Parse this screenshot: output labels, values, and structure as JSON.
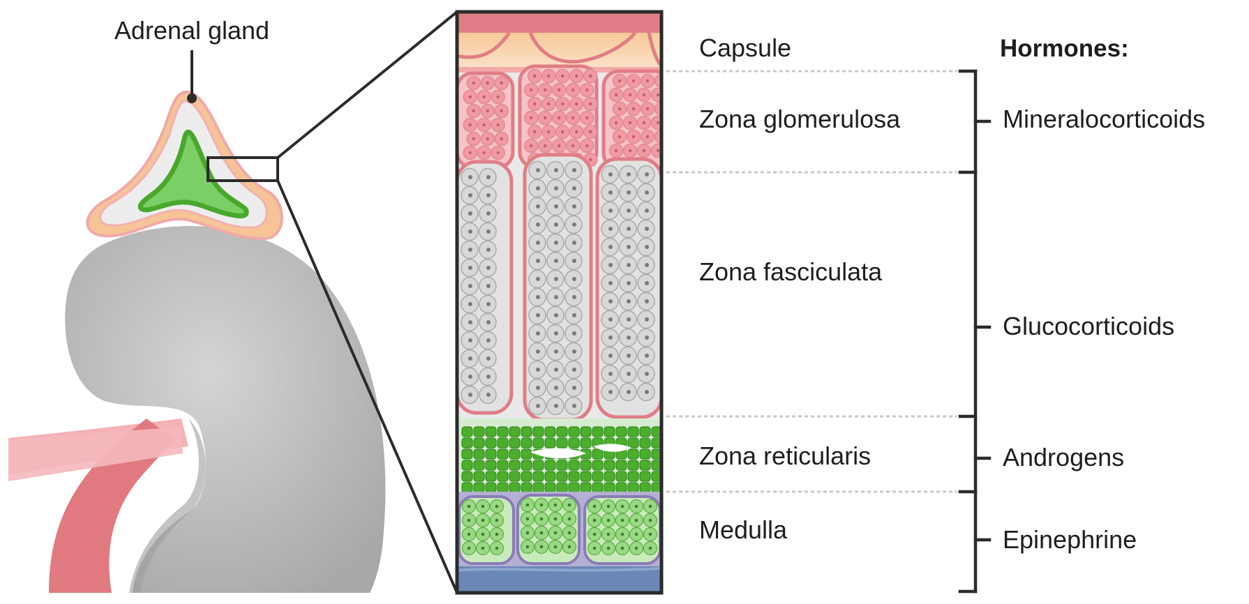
{
  "title_label": "Adrenal gland",
  "layers": [
    {
      "label": "Capsule"
    },
    {
      "label": "Zona glomerulosa"
    },
    {
      "label": "Zona fasciculata"
    },
    {
      "label": "Zona reticularis"
    },
    {
      "label": "Medulla"
    }
  ],
  "hormones_header": "Hormones:",
  "hormones": [
    {
      "label": "Mineralocorticoids"
    },
    {
      "label": "Glucocorticoids"
    },
    {
      "label": "Androgens"
    },
    {
      "label": "Epinephrine"
    }
  ],
  "colors": {
    "capsule_red": "#e07d86",
    "capsule_orange": "#f7c99a",
    "glomerulosa_cell": "#f19aa4",
    "fasciculata_cell": "#d8d8d8",
    "reticularis_cell": "#4cae2c",
    "medulla_cell": "#9ad983",
    "medulla_vessel": "#6b87b8",
    "kidney": "#bdbdbd",
    "artery": "#e27a80",
    "vein": "#f0a8ad"
  }
}
